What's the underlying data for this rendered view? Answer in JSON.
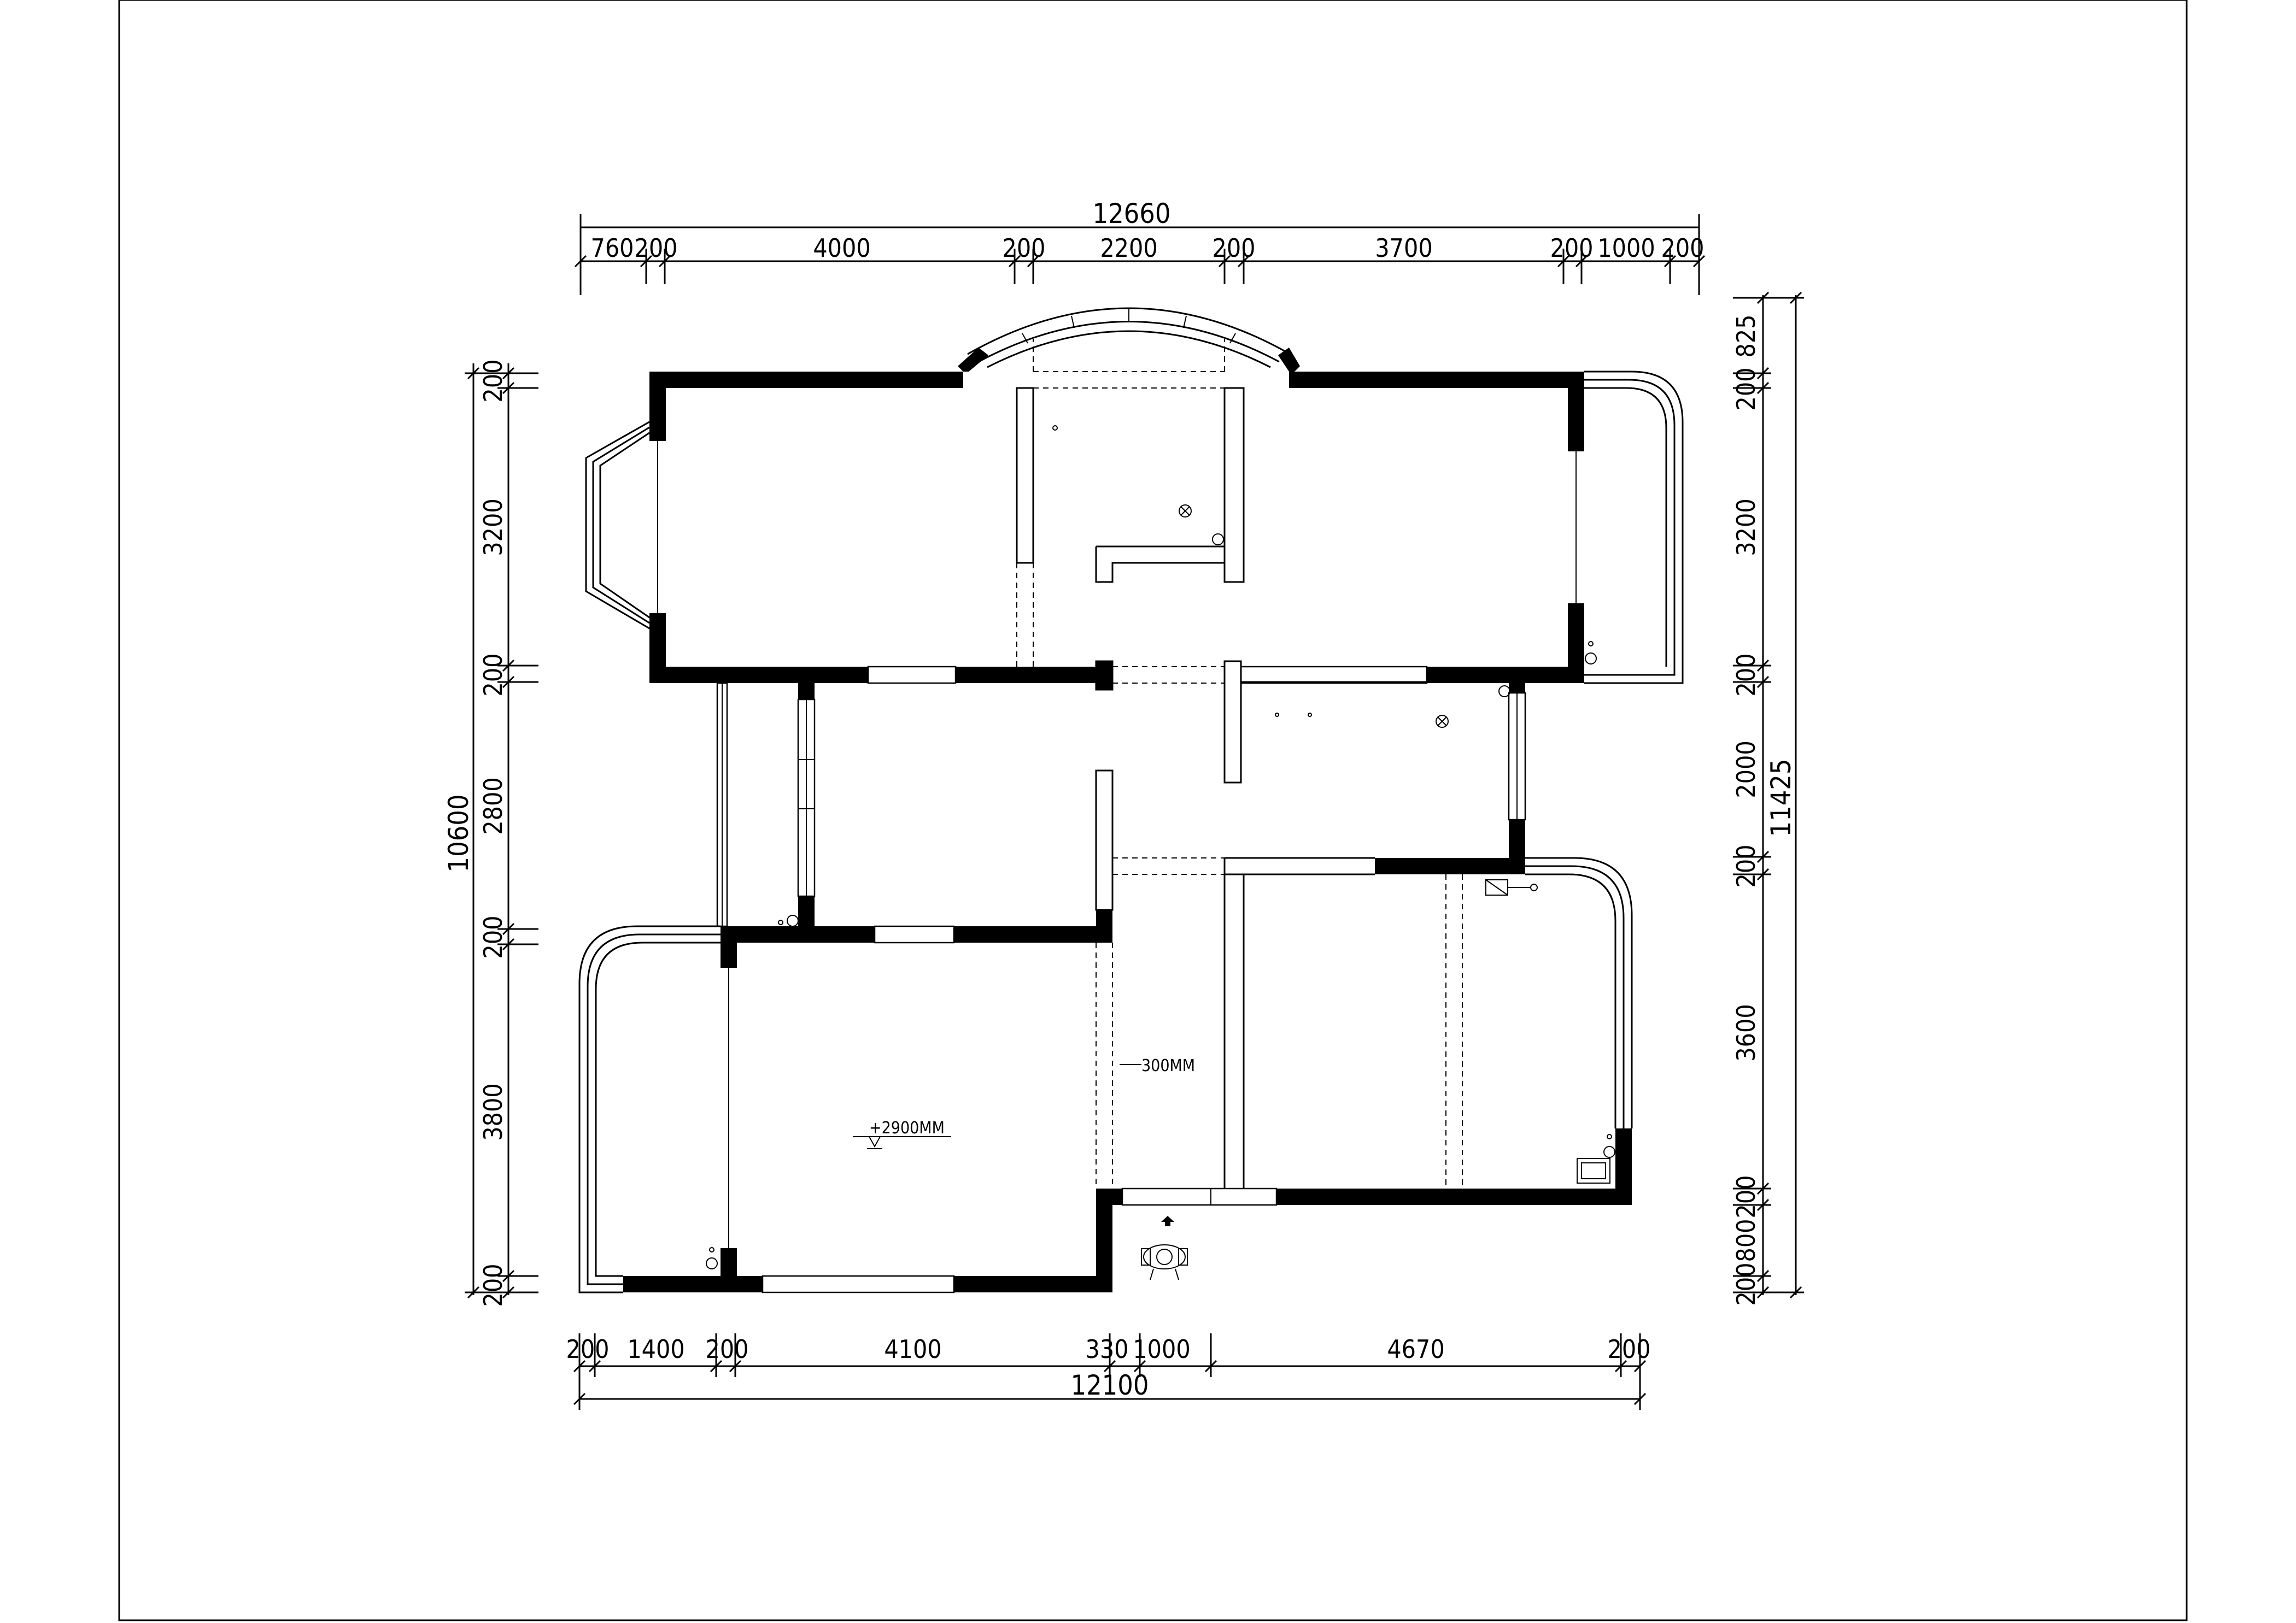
{
  "top_dims": {
    "total": "12660",
    "segments": [
      "760",
      "200",
      "4000",
      "200",
      "2200",
      "200",
      "3700",
      "200",
      "1000",
      "200"
    ]
  },
  "bottom_dims": {
    "total": "12100",
    "segments": [
      "200",
      "1400",
      "200",
      "4100",
      "330",
      "1000",
      "4670",
      "200"
    ]
  },
  "left_dims": {
    "total": "10600",
    "segments": [
      "200",
      "3200",
      "200",
      "2800",
      "200",
      "3800",
      "200"
    ]
  },
  "right_dims": {
    "total": "11425",
    "segments": [
      "825",
      "200",
      "3200",
      "200",
      "2000",
      "200",
      "3600",
      "200",
      "800",
      "200"
    ]
  },
  "annotations": {
    "ceiling_note": "300MM",
    "level_note": "+2900MM"
  }
}
